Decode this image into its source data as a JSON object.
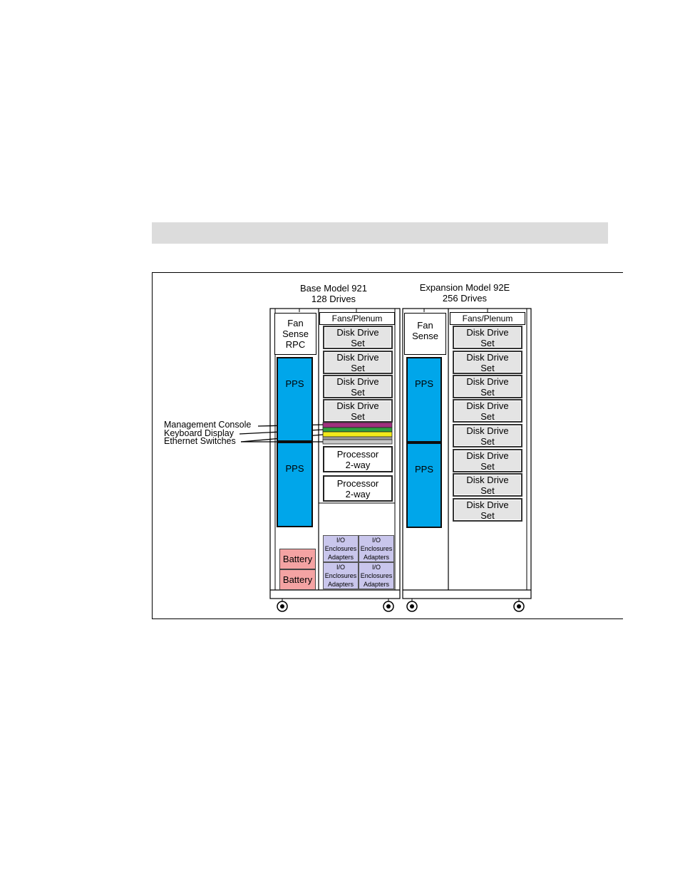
{
  "base_rack": {
    "title_line1": "Base Model 921",
    "title_line2": "128 Drives",
    "fan_sense": [
      "Fan",
      "Sense",
      "RPC"
    ],
    "fans_plenum": "Fans/Plenum",
    "pps": [
      "PPS",
      "PPS"
    ],
    "disk_sets": [
      [
        "Disk Drive",
        "Set"
      ],
      [
        "Disk Drive",
        "Set"
      ],
      [
        "Disk Drive",
        "Set"
      ],
      [
        "Disk Drive",
        "Set"
      ]
    ],
    "processors": [
      [
        "Processor",
        "2-way"
      ],
      [
        "Processor",
        "2-way"
      ]
    ],
    "batteries": [
      "Battery",
      "Battery"
    ],
    "io": [
      [
        "I/O",
        "Enclosures",
        "Adapters"
      ],
      [
        "I/O",
        "Enclosures",
        "Adapters"
      ],
      [
        "I/O",
        "Enclosures",
        "Adapters"
      ],
      [
        "I/O",
        "Enclosures",
        "Adapters"
      ]
    ]
  },
  "expansion_rack": {
    "title_line1": "Expansion Model 92E",
    "title_line2": "256 Drives",
    "fan_sense": [
      "Fan",
      "Sense"
    ],
    "fans_plenum": "Fans/Plenum",
    "pps": [
      "PPS",
      "PPS"
    ],
    "disk_sets": [
      [
        "Disk Drive",
        "Set"
      ],
      [
        "Disk Drive",
        "Set"
      ],
      [
        "Disk Drive",
        "Set"
      ],
      [
        "Disk Drive",
        "Set"
      ],
      [
        "Disk Drive",
        "Set"
      ],
      [
        "Disk Drive",
        "Set"
      ],
      [
        "Disk Drive",
        "Set"
      ],
      [
        "Disk Drive",
        "Set"
      ]
    ]
  },
  "callouts": {
    "management_console": "Management Console",
    "keyboard_display": "Keyboard Display",
    "ethernet_switches": "Ethernet Switches"
  },
  "colors": {
    "pps": "#00a6ea",
    "battery": "#f4a3a3",
    "io": "#c9c6ec",
    "disk": "#e4e4e4",
    "management_console": "#a0307e",
    "keyboard_display": "#2e9e3e",
    "ethernet_switches": "#f2ea1a",
    "grey_bar": "#dcdcdc"
  }
}
